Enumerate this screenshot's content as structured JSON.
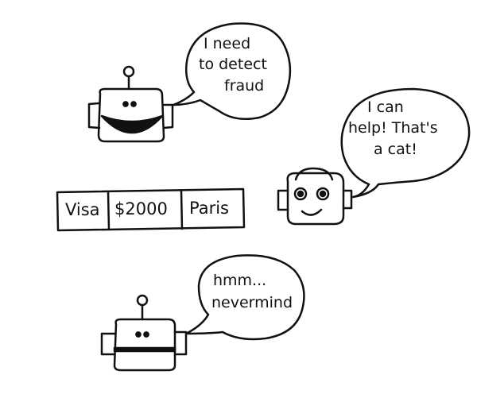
{
  "bubbles": {
    "top": {
      "line1": "I need",
      "line2": "to detect",
      "line3": "fraud"
    },
    "middle": {
      "line1": "I can",
      "line2": "help! That's",
      "line3": "a cat!"
    },
    "bottom": {
      "line1": "hmm...",
      "line2": "nevermind"
    }
  },
  "transaction_table": {
    "cells": [
      "Visa",
      "$2000",
      "Paris"
    ]
  },
  "colors": {
    "ink": "#111111",
    "background": "#ffffff"
  }
}
